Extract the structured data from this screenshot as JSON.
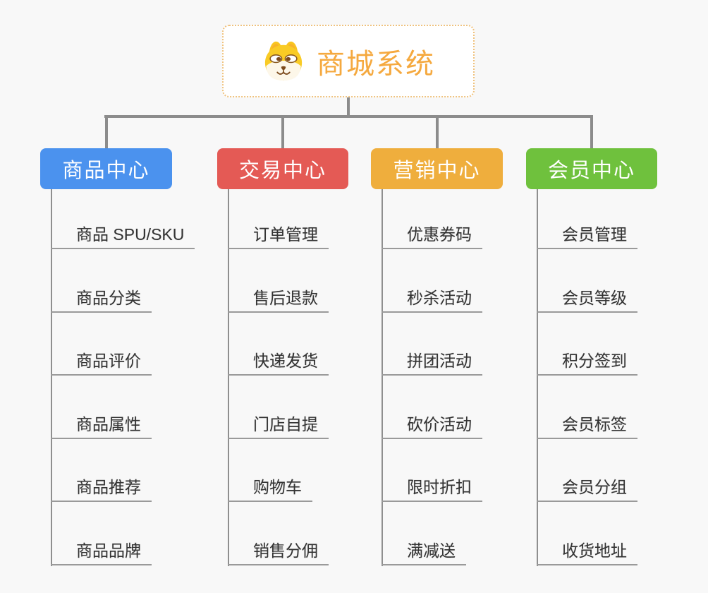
{
  "root": {
    "title": "商城系统",
    "icon": "dog-face-icon"
  },
  "colors": {
    "root_title": "#f5a93f",
    "root_border": "#efc27e",
    "connector": "#8c8c8c",
    "underline": "#9a9a9a",
    "item_text": "#333333",
    "background": "#f8f8f8"
  },
  "branches": [
    {
      "label": "商品中心",
      "color": "#4b92ee",
      "items": [
        "商品 SPU/SKU",
        "商品分类",
        "商品评价",
        "商品属性",
        "商品推荐",
        "商品品牌"
      ]
    },
    {
      "label": "交易中心",
      "color": "#e45a55",
      "items": [
        "订单管理",
        "售后退款",
        "快递发货",
        "门店自提",
        "购物车",
        "销售分佣"
      ]
    },
    {
      "label": "营销中心",
      "color": "#efae3d",
      "items": [
        "优惠券码",
        "秒杀活动",
        "拼团活动",
        "砍价活动",
        "限时折扣",
        "满减送"
      ]
    },
    {
      "label": "会员中心",
      "color": "#6fc13d",
      "items": [
        "会员管理",
        "会员等级",
        "积分签到",
        "会员标签",
        "会员分组",
        "收货地址"
      ]
    }
  ]
}
